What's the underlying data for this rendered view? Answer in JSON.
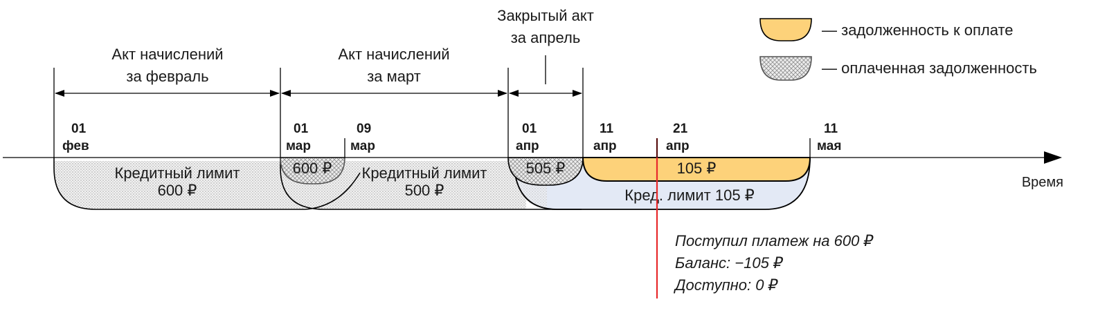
{
  "acts": {
    "february": {
      "line1": "Акт начислений",
      "line2": "за февраль"
    },
    "march": {
      "line1": "Акт начислений",
      "line2": "за март"
    },
    "april_closed": {
      "line1": "Закрытый акт",
      "line2": "за апрель"
    }
  },
  "dates": {
    "feb01": {
      "day": "01",
      "month": "фев"
    },
    "mar01": {
      "day": "01",
      "month": "мар"
    },
    "mar09": {
      "day": "09",
      "month": "мар"
    },
    "apr01": {
      "day": "01",
      "month": "апр"
    },
    "apr11": {
      "day": "11",
      "month": "апр"
    },
    "apr21": {
      "day": "21",
      "month": "апр"
    },
    "may11": {
      "day": "11",
      "month": "мая"
    }
  },
  "axis_label": "Время",
  "periods": {
    "credit_limit_feb": {
      "line1": "Кредитный лимит",
      "line2": "600 ₽"
    },
    "paid_mar": "600 ₽",
    "credit_limit_mar": {
      "line1": "Кредитный лимит",
      "line2": "500 ₽"
    },
    "paid_apr": "505 ₽",
    "debt_due": "105 ₽",
    "credit_limit_apr": "Кред. лимит 105 ₽"
  },
  "payment_event": {
    "line1": "Поступил платеж на 600 ₽",
    "line2": "Баланс: −105 ₽",
    "line3": "Доступно: 0 ₽"
  },
  "legend": {
    "debt_due": "— задолженность к оплате",
    "paid_debt": "— оплаченная задолженность"
  },
  "colors": {
    "debt_due_fill": "#fdd27a",
    "credit_limit_fill": "#e3e9f5",
    "payment_line": "#e8282a"
  }
}
